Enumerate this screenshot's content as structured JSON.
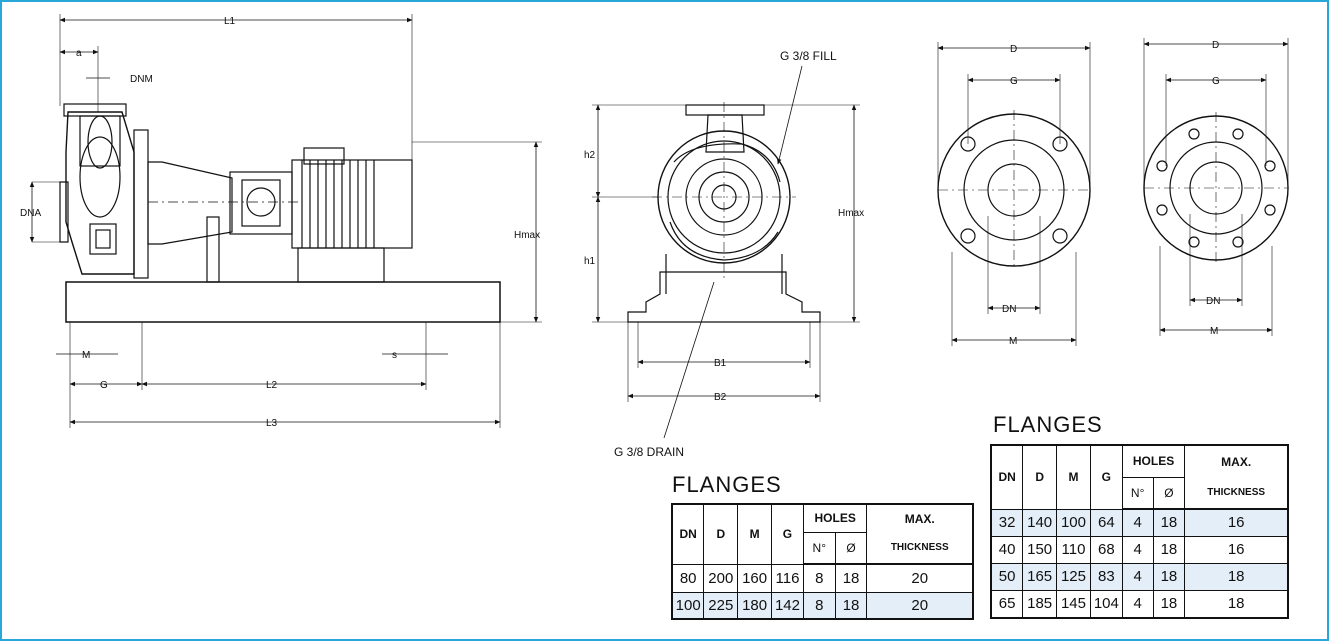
{
  "callouts": {
    "fill": "G 3/8 FILL",
    "drain": "G 3/8 DRAIN"
  },
  "dimensions": {
    "side": [
      "L1",
      "a",
      "DNM",
      "DNA",
      "Hmax",
      "M",
      "s",
      "G",
      "L2",
      "L3"
    ],
    "front": [
      "h2",
      "h1",
      "Hmax",
      "B1",
      "B2"
    ],
    "flange": [
      "D",
      "G",
      "DN",
      "M"
    ]
  },
  "tables": [
    {
      "title": "FLANGES",
      "headers": {
        "dn": "DN",
        "d": "D",
        "m": "M",
        "g": "G",
        "holes": "HOLES",
        "holes_n": "N°",
        "holes_d": "Ø",
        "max": "MAX.",
        "thickness": "THICKNESS"
      },
      "rows": [
        [
          "80",
          "200",
          "160",
          "116",
          "8",
          "18",
          "20"
        ],
        [
          "100",
          "225",
          "180",
          "142",
          "8",
          "18",
          "20"
        ]
      ]
    },
    {
      "title": "FLANGES",
      "headers": {
        "dn": "DN",
        "d": "D",
        "m": "M",
        "g": "G",
        "holes": "HOLES",
        "holes_n": "N°",
        "holes_d": "Ø",
        "max": "MAX.",
        "thickness": "THICKNESS"
      },
      "rows": [
        [
          "32",
          "140",
          "100",
          "64",
          "4",
          "18",
          "16"
        ],
        [
          "40",
          "150",
          "110",
          "68",
          "4",
          "18",
          "16"
        ],
        [
          "50",
          "165",
          "125",
          "83",
          "4",
          "18",
          "18"
        ],
        [
          "65",
          "185",
          "145",
          "104",
          "4",
          "18",
          "18"
        ]
      ]
    }
  ],
  "colors": {
    "frame": "#29a7d9",
    "row_highlight": "#e4eef8"
  }
}
